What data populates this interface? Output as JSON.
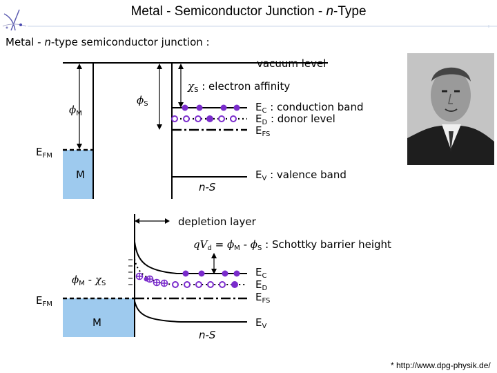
{
  "title": {
    "prefix": "Metal - Semiconductor Junction - ",
    "italic": "n",
    "suffix": "-Type"
  },
  "subtitle": {
    "pre": "Metal - ",
    "italic": "n",
    "post": "-type semiconductor junction :"
  },
  "labels": {
    "vacuum_level": "vacuum level",
    "phi": "ϕ",
    "chi": "χ",
    "sub_M": "M",
    "sub_S": "S",
    "electron_affinity": ": electron affinity",
    "E": "E",
    "sub_C": "C",
    "sub_D": "D",
    "sub_FS": "FS",
    "sub_FM": "FM",
    "sub_V": "V",
    "conduction_band": ": conduction band",
    "donor_level": ": donor level",
    "valence_band": ": valence band",
    "metal": "M",
    "semiconductor": "n-S",
    "depletion_layer": "depletion layer",
    "qvd_q": "qV",
    "qvd_d": "d",
    "equals": "=",
    "minus": "-",
    "schottky": ": Schottky barrier height"
  },
  "credit": "* http://www.dpg-physik.de/",
  "colors": {
    "metal_fill": "#9ecaee",
    "carrier": "#7a2ccc",
    "line": "#000000"
  }
}
